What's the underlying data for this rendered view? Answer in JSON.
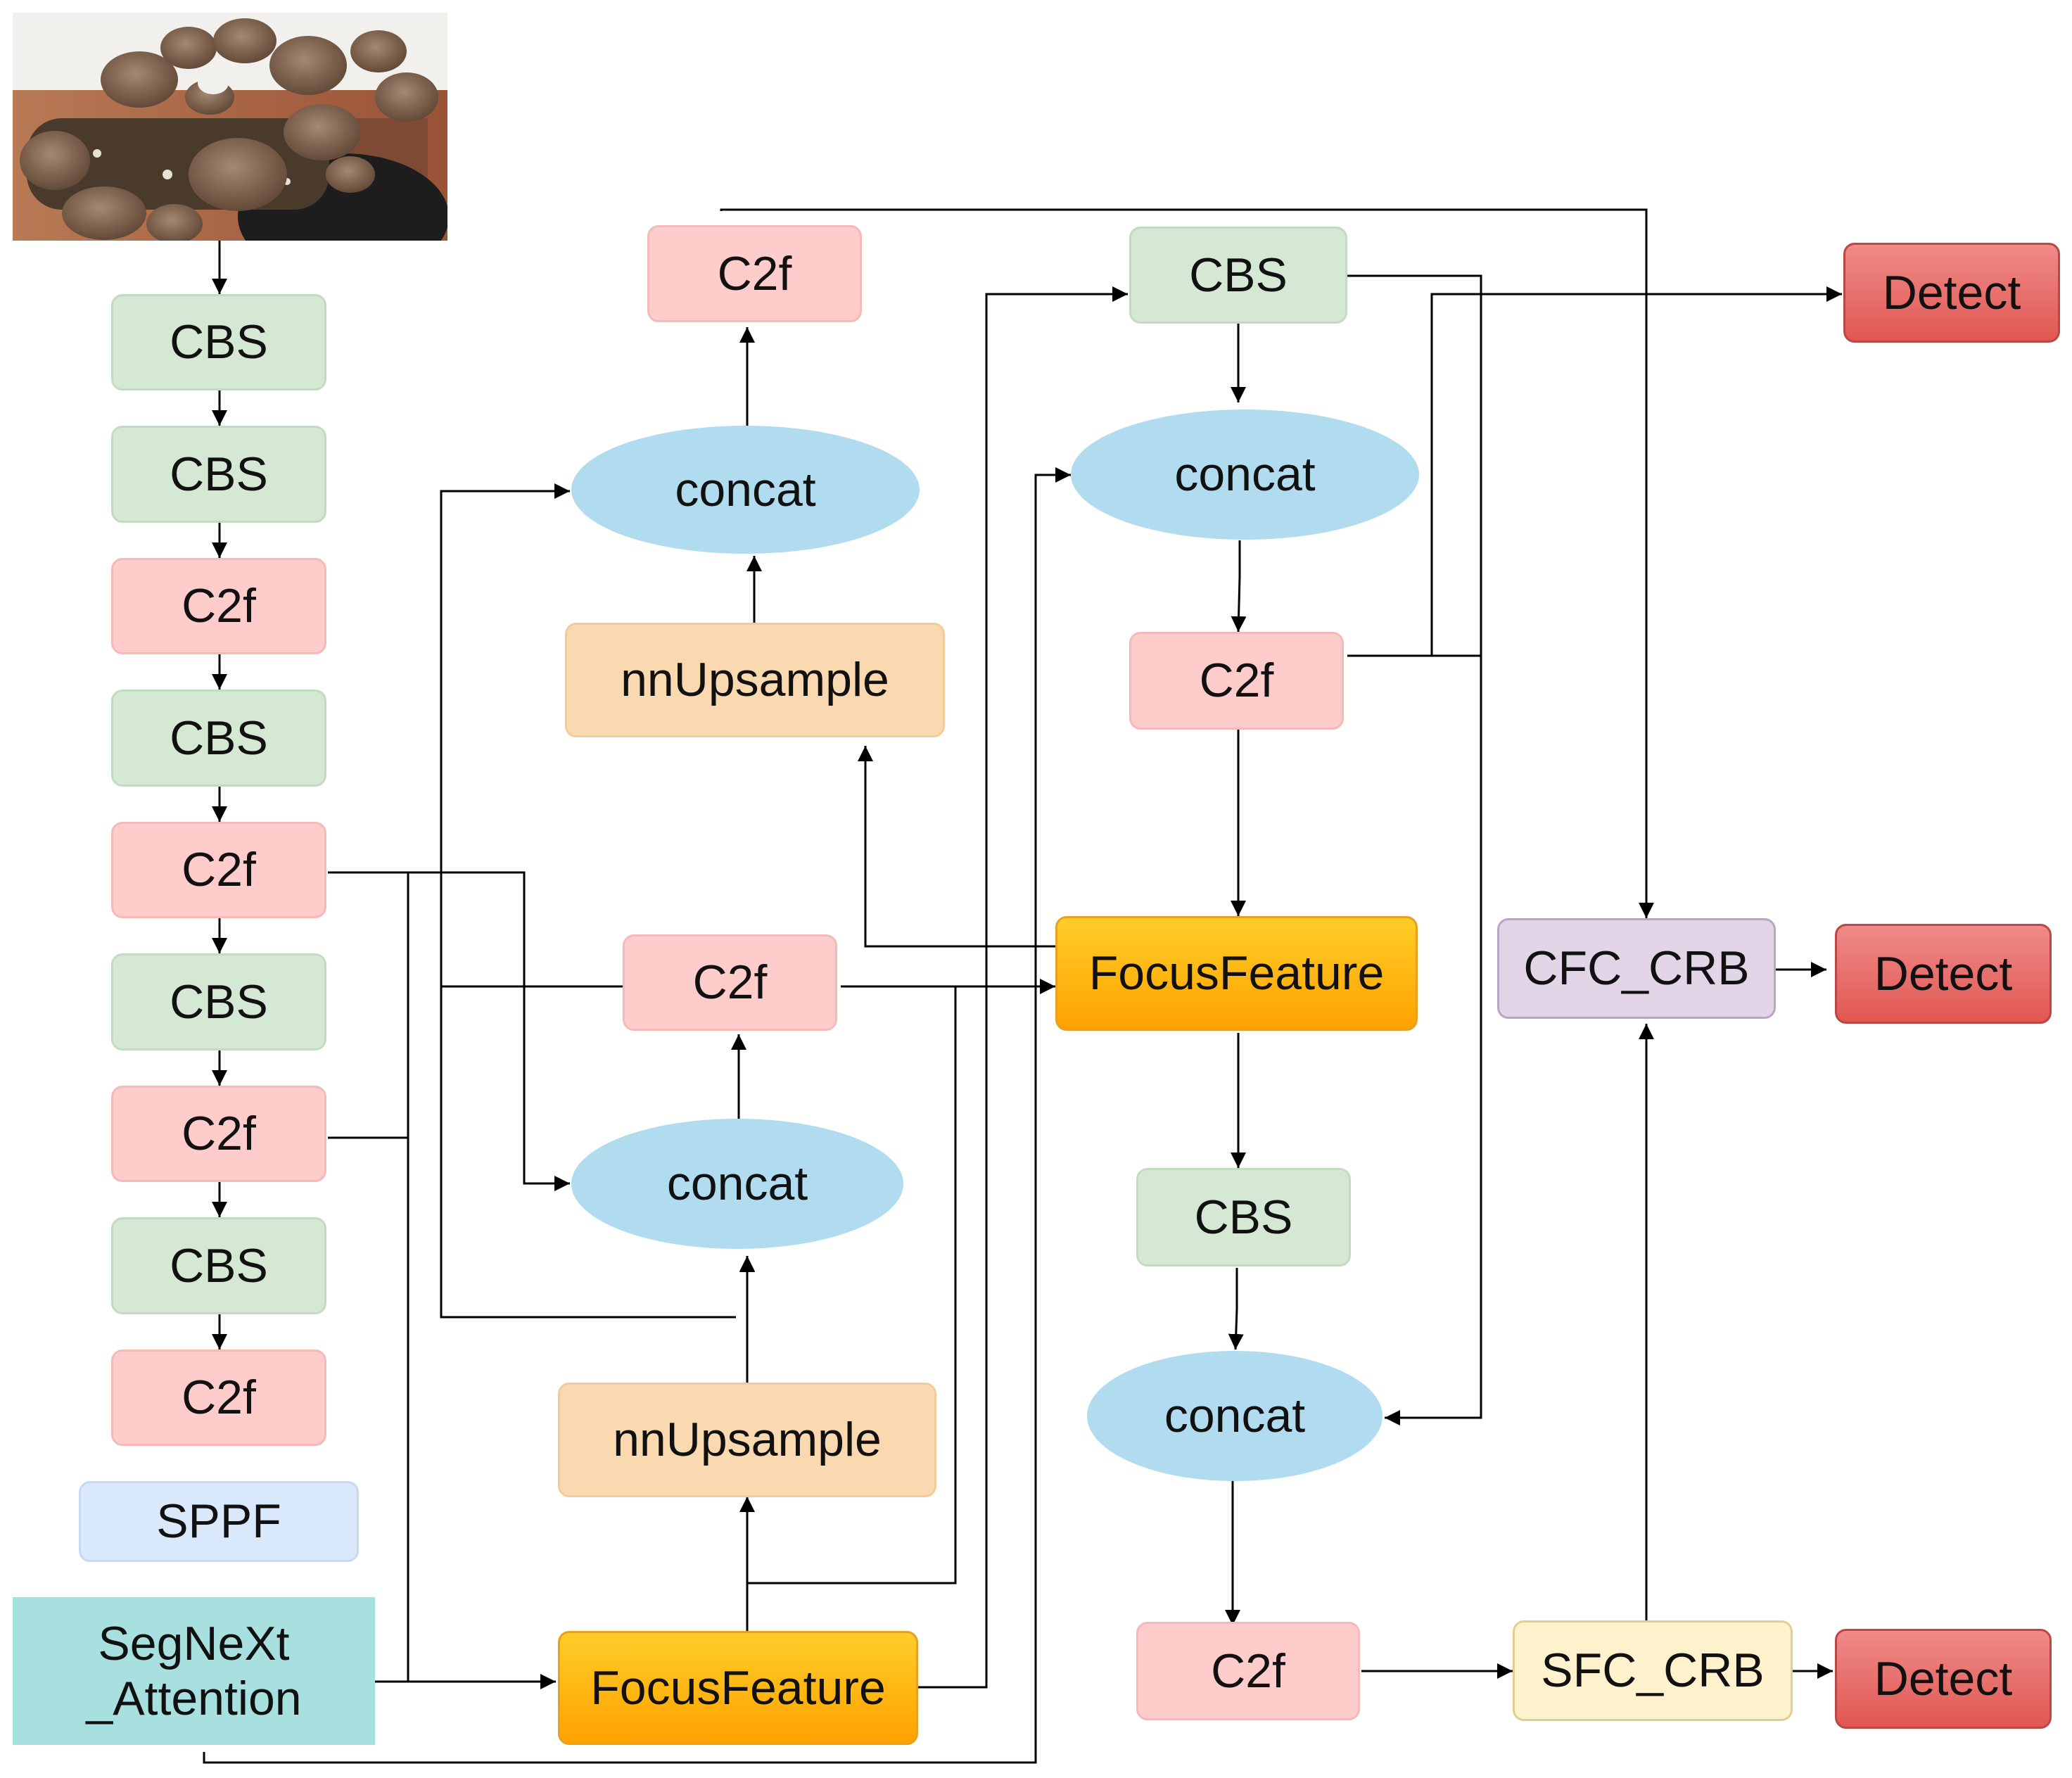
{
  "input_image": {
    "description_icon": "mushroom-photo"
  },
  "backbone": [
    {
      "label": "CBS"
    },
    {
      "label": "CBS"
    },
    {
      "label": "C2f"
    },
    {
      "label": "CBS"
    },
    {
      "label": "C2f"
    },
    {
      "label": "CBS"
    },
    {
      "label": "C2f"
    },
    {
      "label": "CBS"
    },
    {
      "label": "C2f"
    },
    {
      "label": "SPPF"
    },
    {
      "label": "SegNeXt\n_Attention"
    }
  ],
  "neck": {
    "c2f_top": "C2f",
    "concat_top": "concat",
    "upsample_top": "nnUpsample",
    "c2f_mid": "C2f",
    "concat_mid": "concat",
    "upsample_bottom": "nnUpsample",
    "focus_bottom": "FocusFeature"
  },
  "head_column": {
    "cbs_top": "CBS",
    "concat_a": "concat",
    "c2f_a": "C2f",
    "focus_center": "FocusFeature",
    "cbs_b": "CBS",
    "concat_b": "concat",
    "c2f_b": "C2f"
  },
  "outputs": {
    "cfc": "CFC_CRB",
    "sfc": "SFC_CRB",
    "detect_1": "Detect",
    "detect_2": "Detect",
    "detect_3": "Detect"
  },
  "colors": {
    "cbs": "#d5e8d4",
    "c2f": "#ffcccc",
    "concat": "#b1dcef",
    "upsample": "#fad8b0",
    "focus": "#ffb100",
    "sppf": "#dae8fc",
    "segnext": "#a8e0e0",
    "detect": "#e66b67",
    "cfc": "#e1d5e7",
    "sfc": "#fff2cc"
  }
}
